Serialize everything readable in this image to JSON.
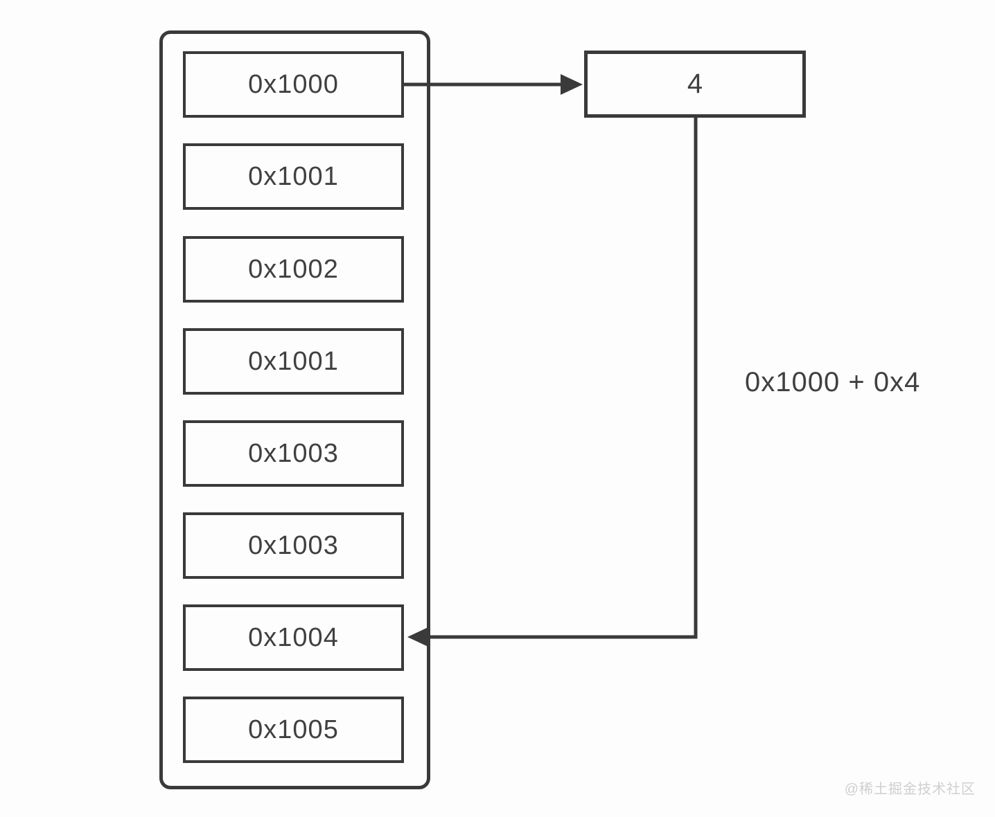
{
  "diagram": {
    "memory_cells": [
      "0x1000",
      "0x1001",
      "0x1002",
      "0x1001",
      "0x1003",
      "0x1003",
      "0x1004",
      "0x1005"
    ],
    "value_box": "4",
    "annotation": "0x1000 + 0x4",
    "watermark": "@稀土掘金技术社区",
    "colors": {
      "stroke": "#3a3a3a",
      "text": "#404040",
      "watermark": "#cfcfcf",
      "background": "#fdfdfd"
    }
  }
}
